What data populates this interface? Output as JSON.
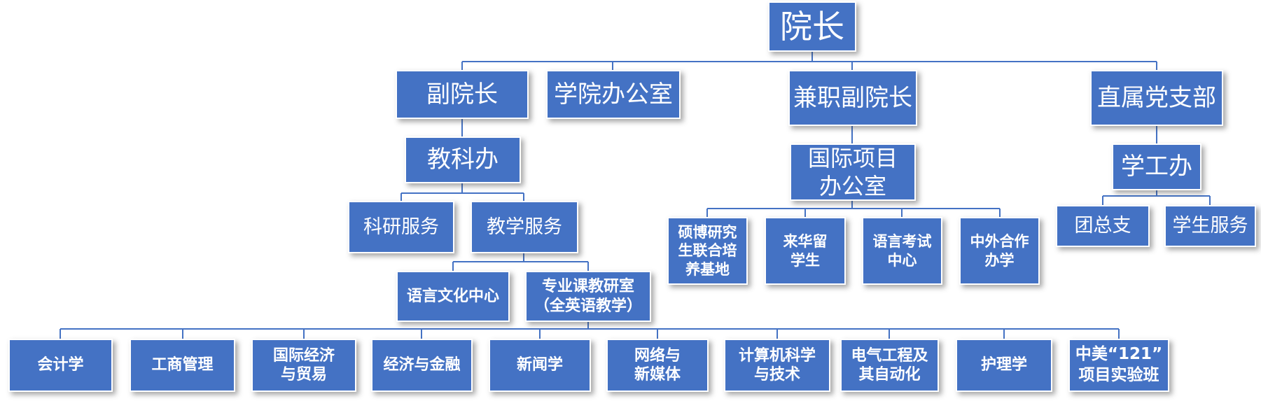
{
  "org_chart": {
    "dean": "院长",
    "vice_dean": "副院长",
    "college_office": "学院办公室",
    "parttime_vice_dean": "兼职副院长",
    "party_branch": "直属党支部",
    "academic_affairs_office": "教科办",
    "research_service": "科研服务",
    "teaching_service": "教学服务",
    "language_culture_center": "语言文化中心",
    "teaching_research_office": "专业课教研室\n（全英语教学）",
    "intl_project_office": "国际项目\n办公室",
    "joint_training_base": "硕博研究\n生联合培\n养基地",
    "intl_students": "来华留\n学生",
    "language_test_center": "语言考试\n中心",
    "joint_programs": "中外合作\n办学",
    "student_affairs_office": "学工办",
    "youth_league_branch": "团总支",
    "student_service": "学生服务",
    "majors": [
      "会计学",
      "工商管理",
      "国际经济\n与贸易",
      "经济与金融",
      "新闻学",
      "网络与\n新媒体",
      "计算机科学\n与技术",
      "电气工程及\n其自动化",
      "护理学",
      "中美“121”\n项目实验班"
    ]
  },
  "colors": {
    "box_fill": "#4472c4",
    "connector": "#4472c4",
    "text": "#ffffff"
  }
}
